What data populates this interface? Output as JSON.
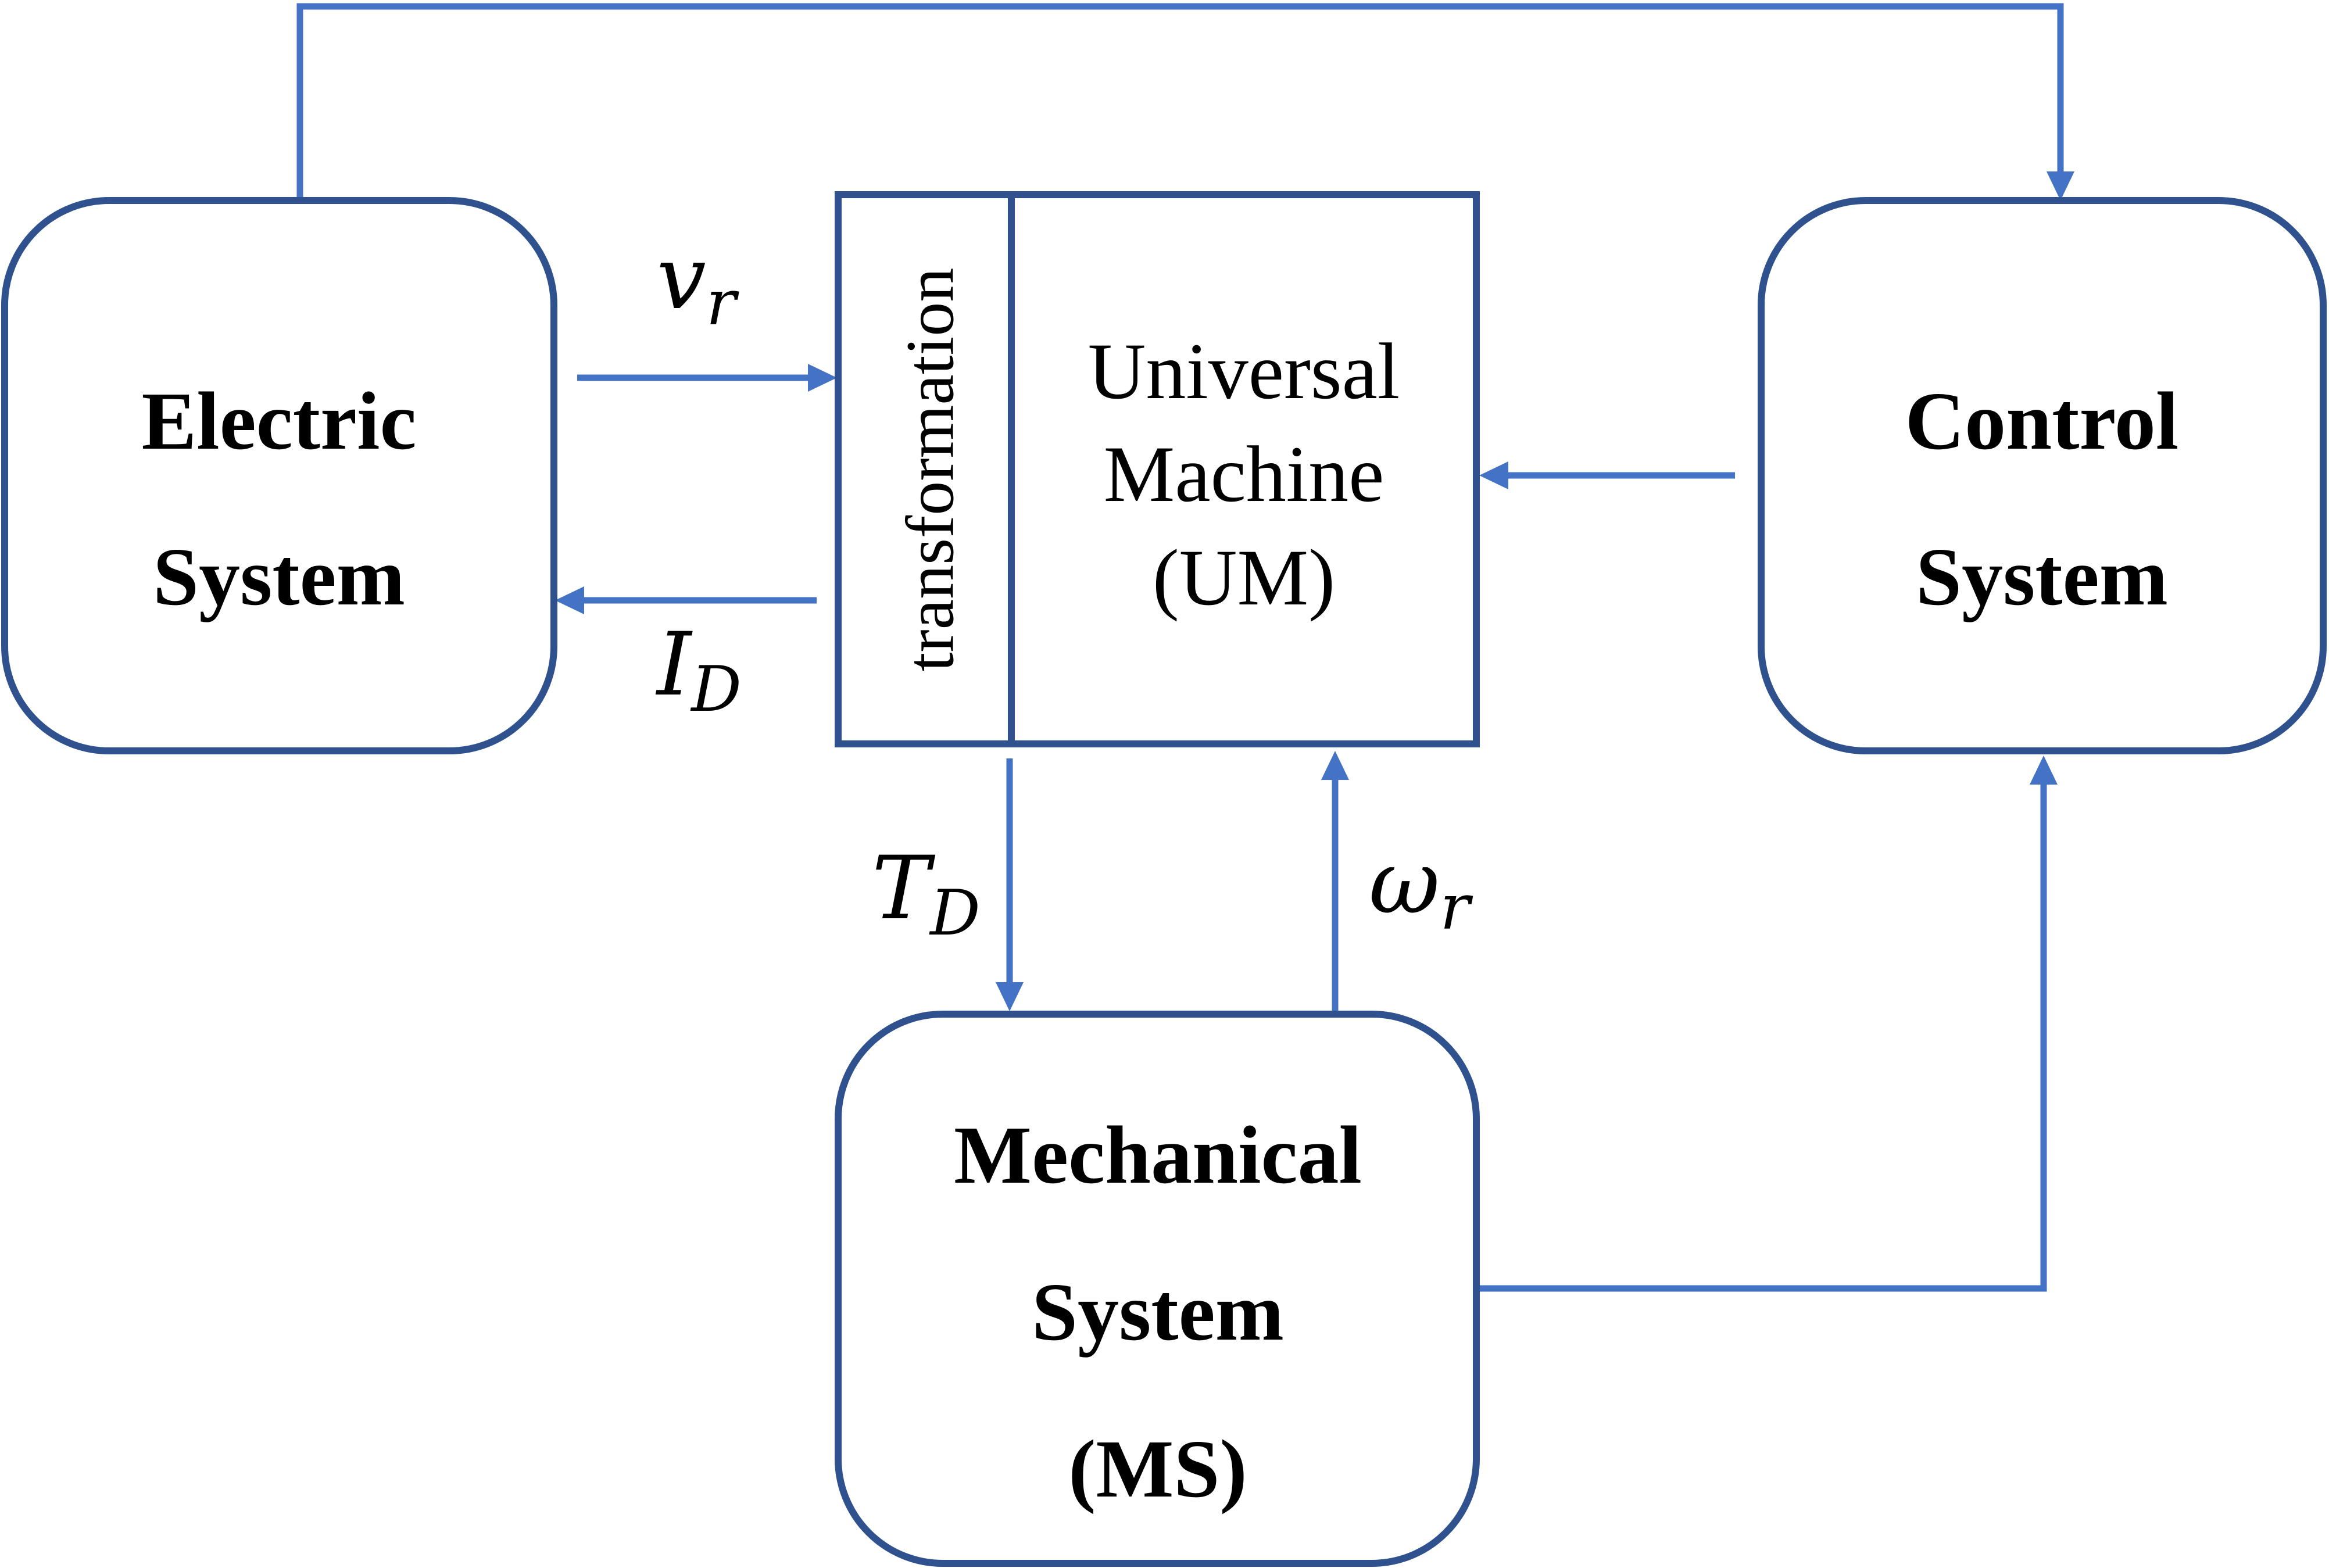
{
  "blocks": {
    "electric": {
      "line1": "Electric",
      "line2": "System"
    },
    "control": {
      "line1": "Control",
      "line2": "System"
    },
    "universal_machine": {
      "line1": "Universal",
      "line2": "Machine",
      "line3": "(UM)"
    },
    "transformation": {
      "label": "transformation"
    },
    "mechanical": {
      "line1": "Mechanical",
      "line2": "System",
      "line3": "(MS)"
    }
  },
  "signals": {
    "vr": {
      "symbol": "v",
      "subscript": "r"
    },
    "id": {
      "symbol": "I",
      "subscript": "D"
    },
    "td": {
      "symbol": "T",
      "subscript": "D"
    },
    "wr": {
      "symbol": "ω",
      "subscript": "r"
    }
  },
  "colors": {
    "box_border": "#2f528f",
    "connector": "#4472c4",
    "text": "#000000"
  }
}
